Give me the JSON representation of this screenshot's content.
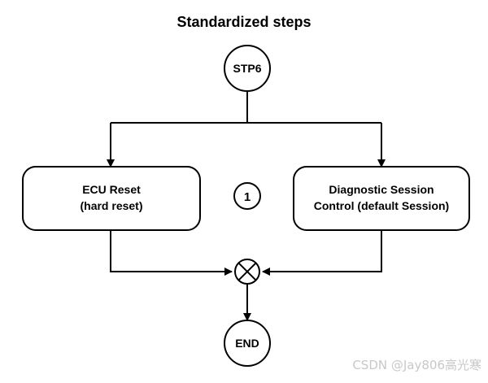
{
  "title": "Standardized steps",
  "start_node": {
    "label": "STP6"
  },
  "left_box": {
    "line1": "ECU Reset",
    "line2": "(hard reset)"
  },
  "right_box": {
    "line1": "Diagnostic Session",
    "line2": "Control (default Session)"
  },
  "branch_marker": {
    "label": "1"
  },
  "merge_symbol": {
    "icon": "circle-x-merge-icon"
  },
  "end_node": {
    "label": "END"
  },
  "watermark": {
    "text": "CSDN @Jay806高光寒"
  }
}
